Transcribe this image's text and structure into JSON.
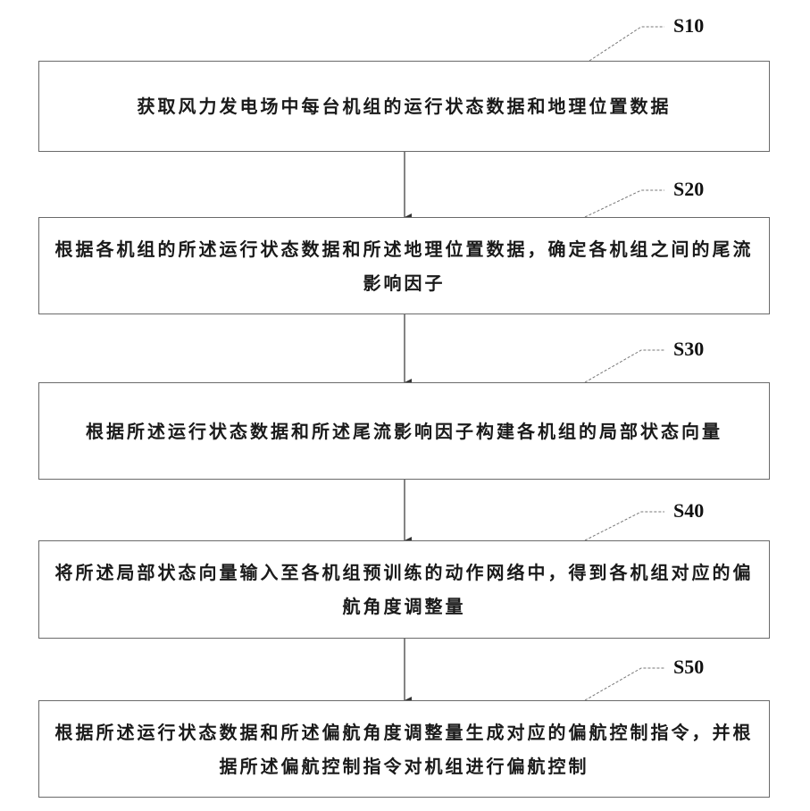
{
  "steps": [
    {
      "id": "S10",
      "text": "获取风力发电场中每台机组的运行状态数据和地理位置数据"
    },
    {
      "id": "S20",
      "text": "根据各机组的所述运行状态数据和所述地理位置数据，确定各机组之间的尾流影响因子"
    },
    {
      "id": "S30",
      "text": "根据所述运行状态数据和所述尾流影响因子构建各机组的局部状态向量"
    },
    {
      "id": "S40",
      "text": "将所述局部状态向量输入至各机组预训练的动作网络中，得到各机组对应的偏航角度调整量"
    },
    {
      "id": "S50",
      "text": "根据所述运行状态数据和所述偏航角度调整量生成对应的偏航控制指令，并根据所述偏航控制指令对机组进行偏航控制"
    }
  ]
}
